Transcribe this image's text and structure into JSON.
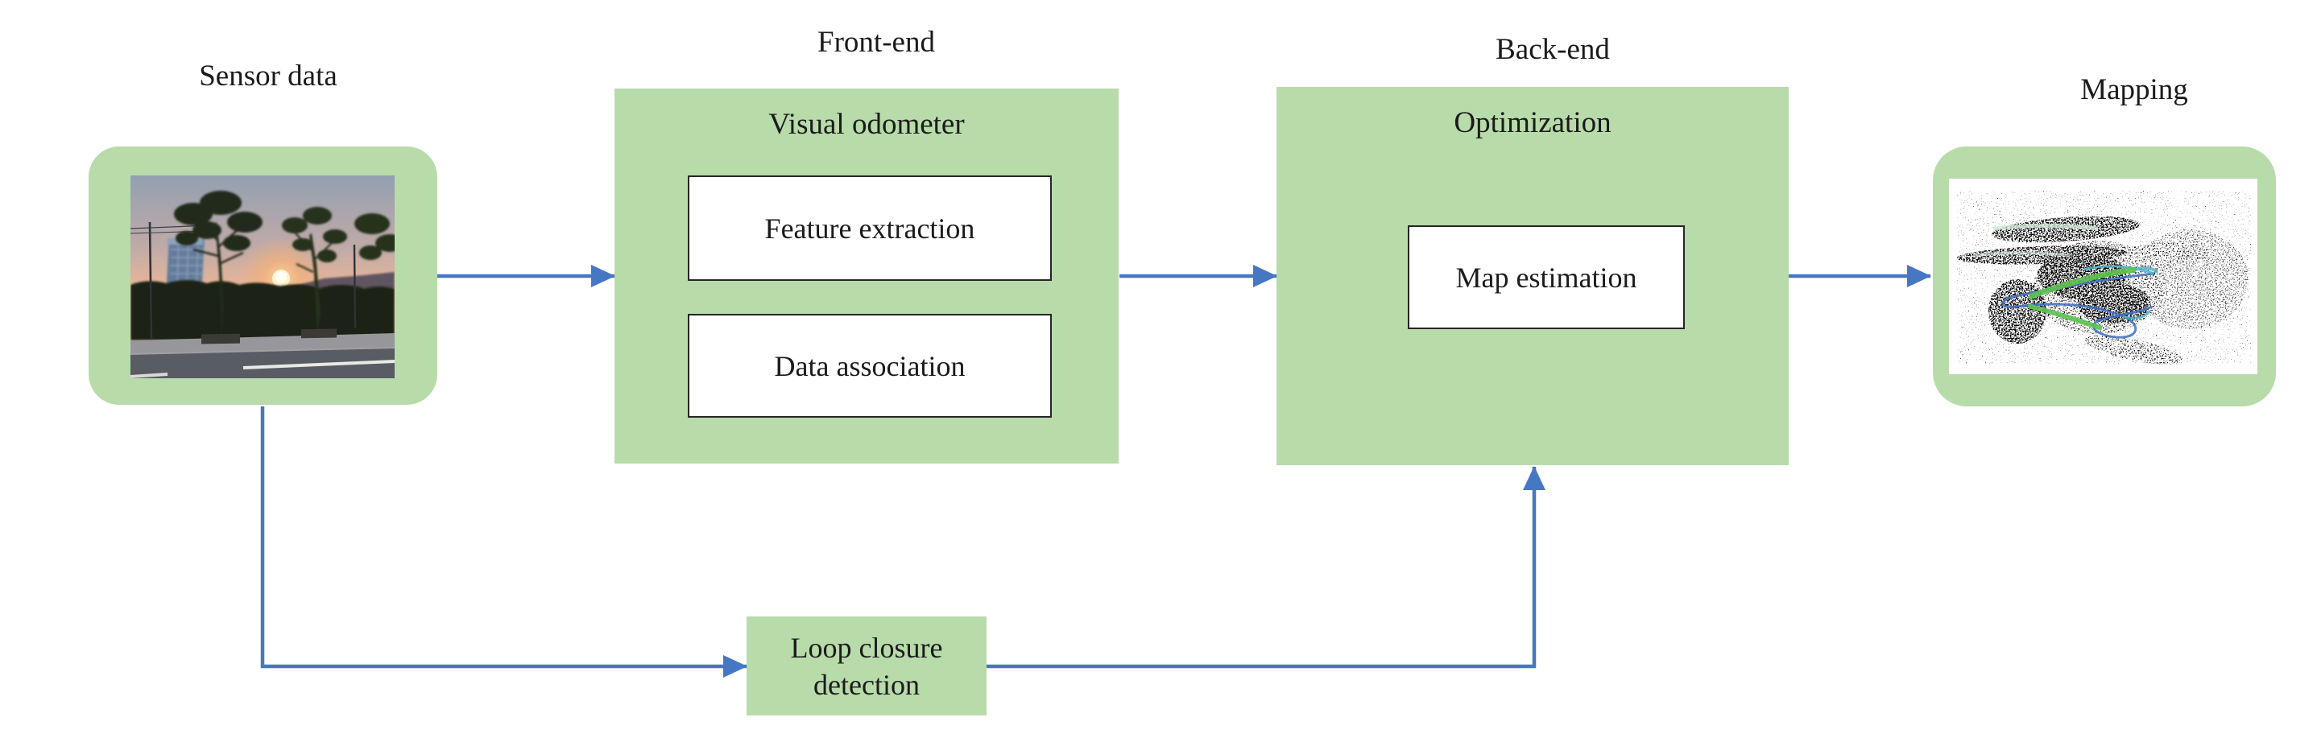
{
  "diagram": {
    "stage_labels": {
      "sensor_data": "Sensor data",
      "front_end": "Front-end",
      "back_end": "Back-end",
      "mapping": "Mapping"
    },
    "nodes": {
      "visual_odometer": "Visual odometer",
      "feature_extraction": "Feature extraction",
      "data_association": "Data association",
      "optimization": "Optimization",
      "map_estimation": "Map estimation",
      "loop_closure_detection": "Loop closure detection"
    },
    "images": {
      "sensor_photo": "street-sunset-photo",
      "mapping_result": "point-cloud-map"
    },
    "colors": {
      "node_green": "#b8dbaa",
      "arrow_blue": "#4677c3",
      "text": "#1b1b1b",
      "white_box_border": "#262626",
      "trajectory_green": "#5cc24e",
      "trajectory_blue": "#3f6ec2",
      "trajectory_teal": "#4fb2c4"
    }
  }
}
